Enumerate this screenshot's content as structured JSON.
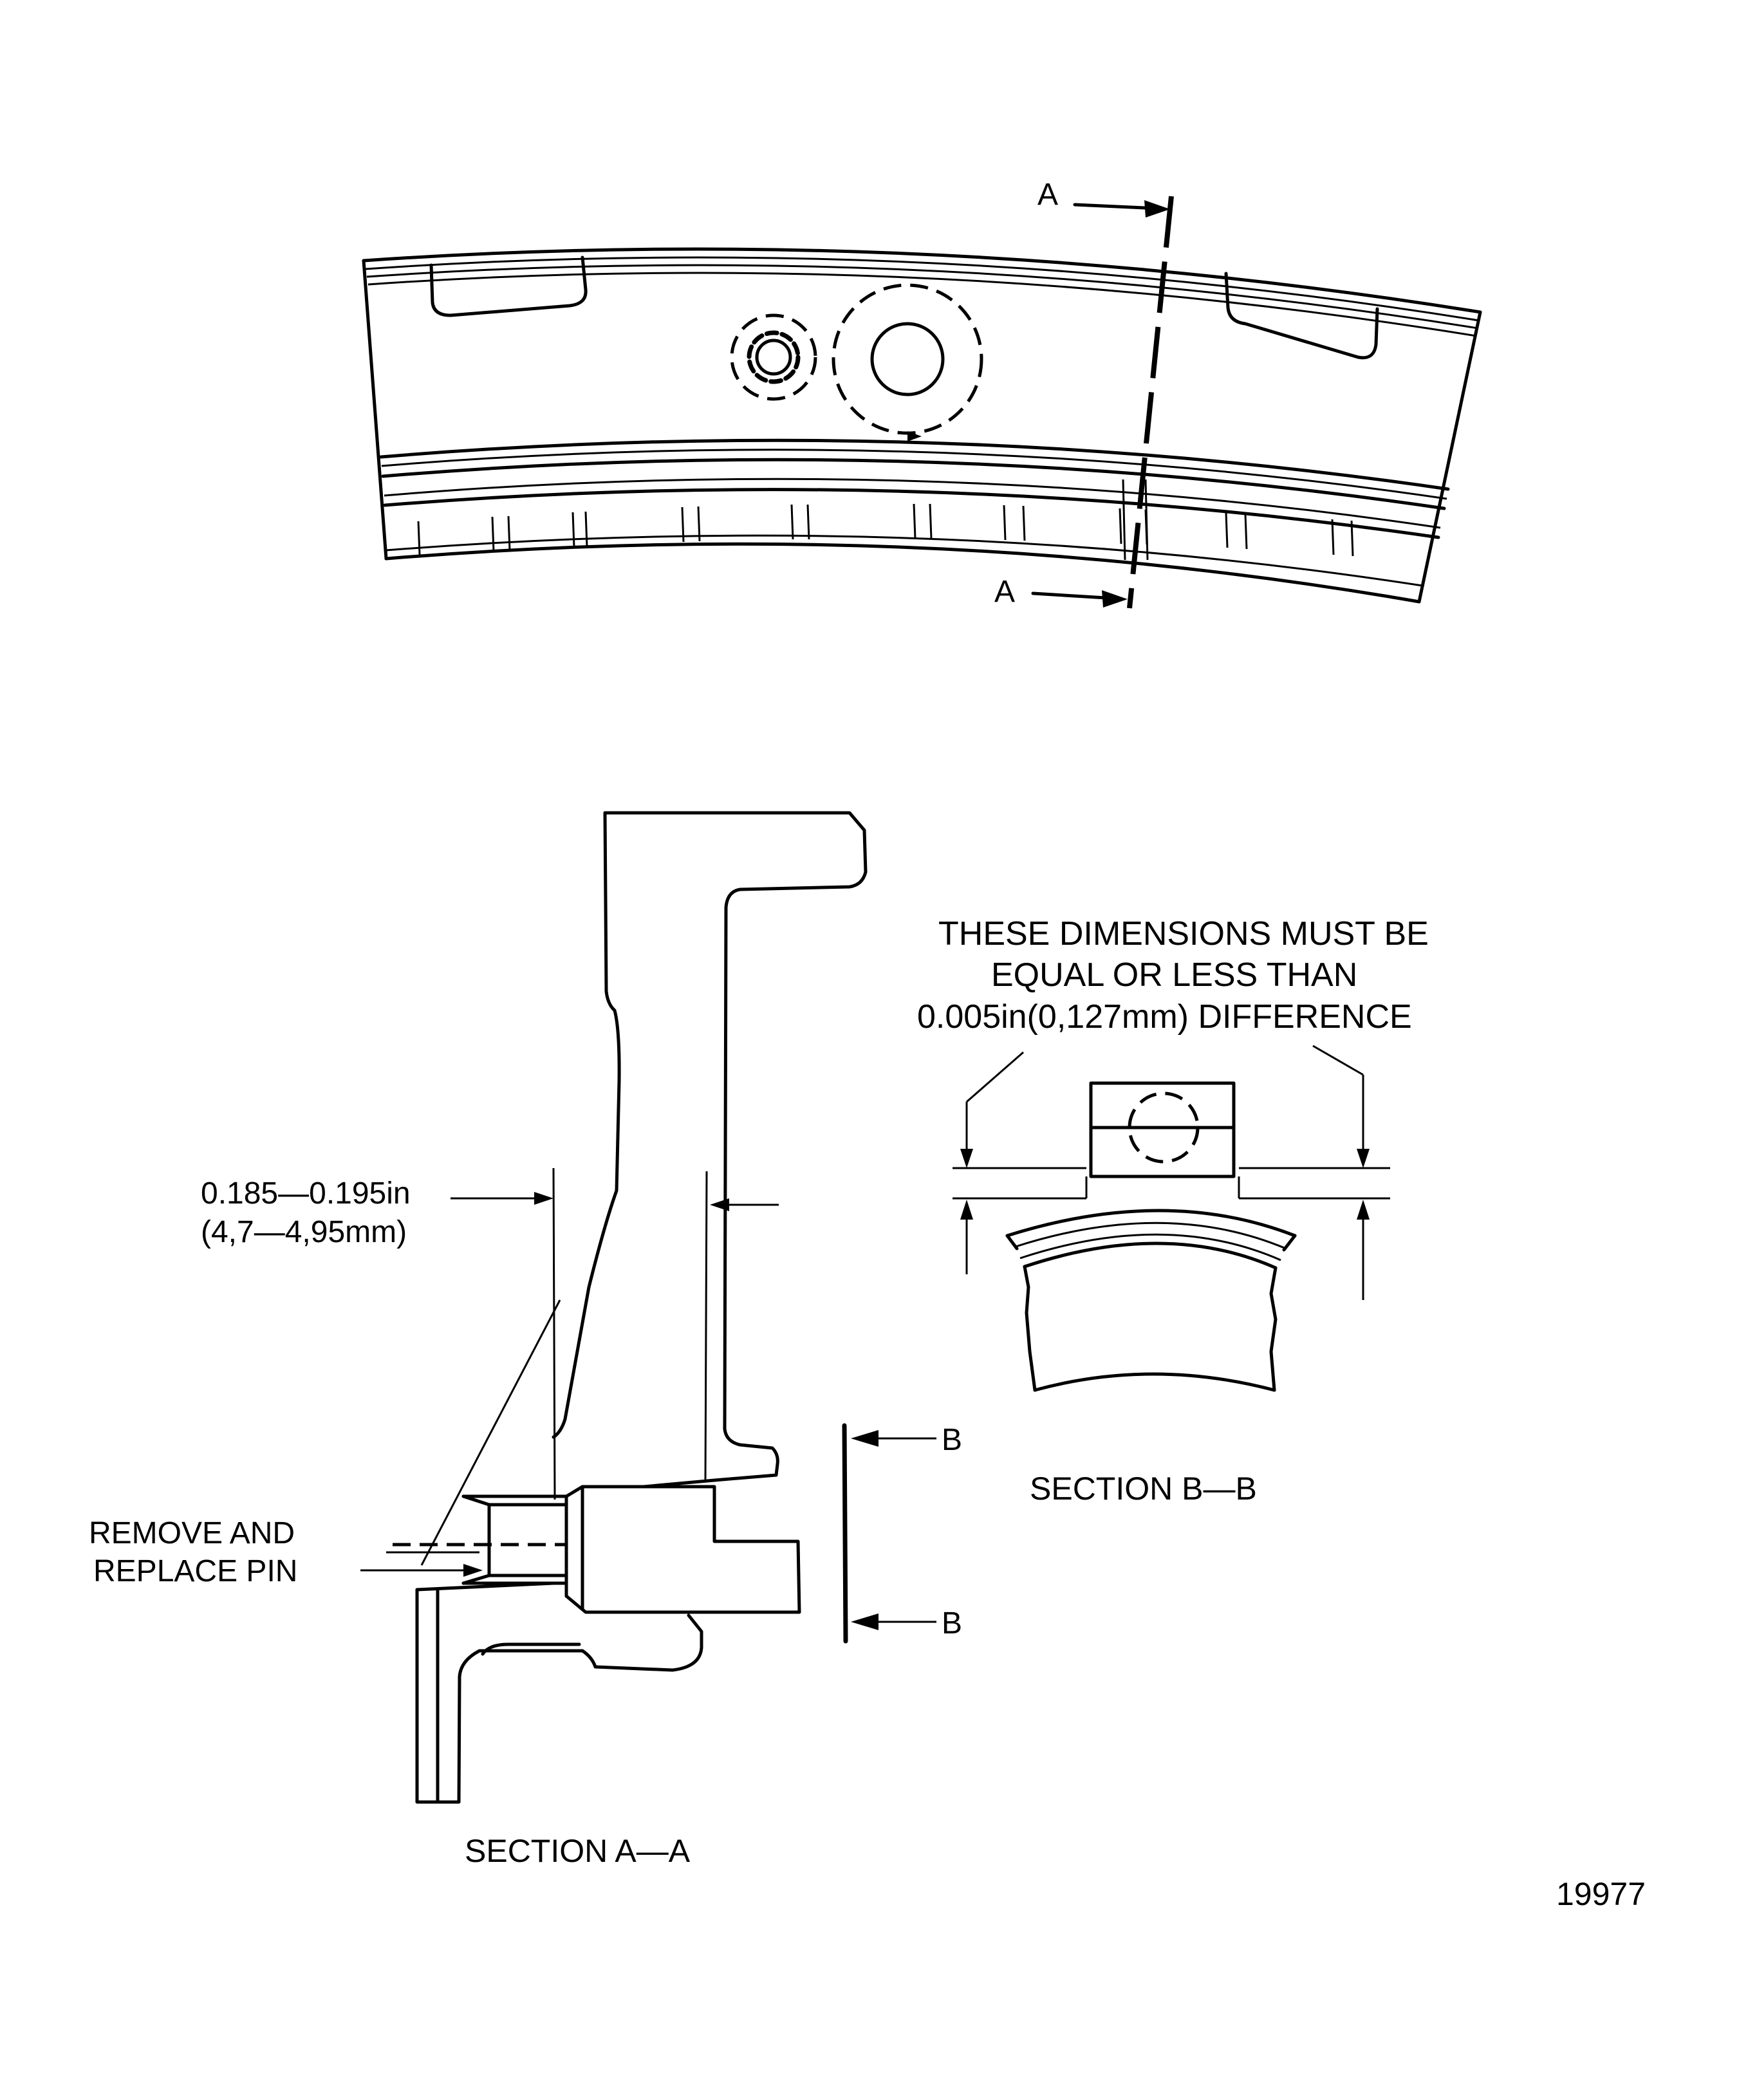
{
  "top_view": {
    "section_marker_top": "A",
    "section_marker_bottom": "A"
  },
  "section_aa": {
    "caption": "SECTION A—A",
    "dimension_line1": "0.185—0.195in",
    "dimension_line2": "(4,7—4,95mm)",
    "pin_note_line1": "REMOVE AND",
    "pin_note_line2": "REPLACE PIN",
    "section_marker_top": "B",
    "section_marker_bottom": "B"
  },
  "section_bb": {
    "caption": "SECTION B—B",
    "note_line1": "THESE DIMENSIONS MUST BE",
    "note_line2": "EQUAL OR LESS THAN",
    "note_line3": "0.005in(0,127mm) DIFFERENCE"
  },
  "figure_number": "19977"
}
